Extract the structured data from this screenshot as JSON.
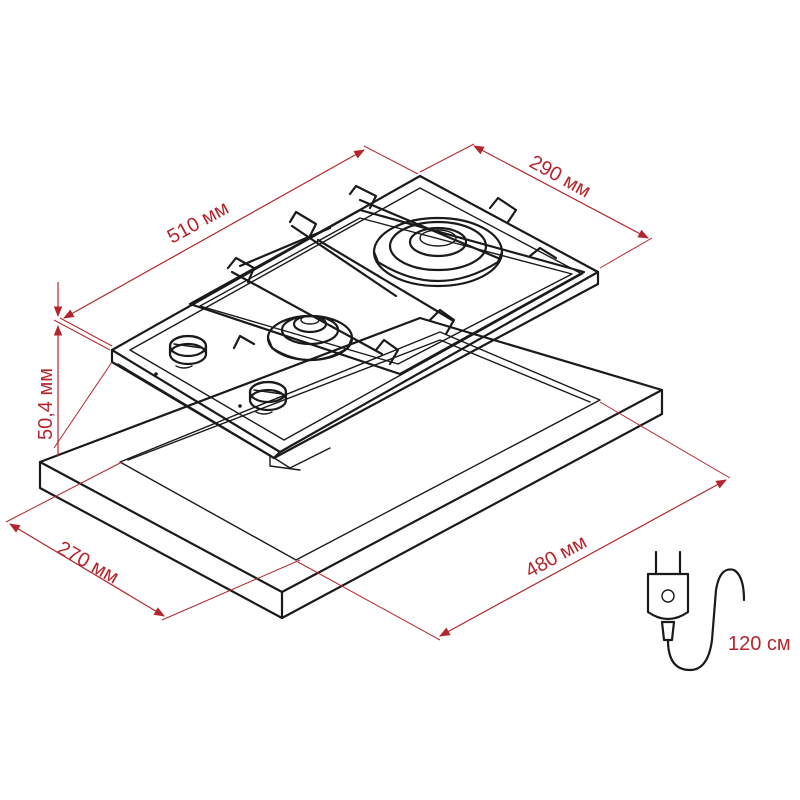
{
  "dimensions": {
    "length_top": "510 мм",
    "depth_top": "290 мм",
    "height": "50,4 мм",
    "cutout_depth": "270 мм",
    "cutout_length": "480 мм",
    "cable_length": "120 см"
  },
  "colors": {
    "dimension": "#b3262e",
    "drawing": "#1a1a1a"
  },
  "icons": {
    "plug": "plug-cable-icon"
  }
}
